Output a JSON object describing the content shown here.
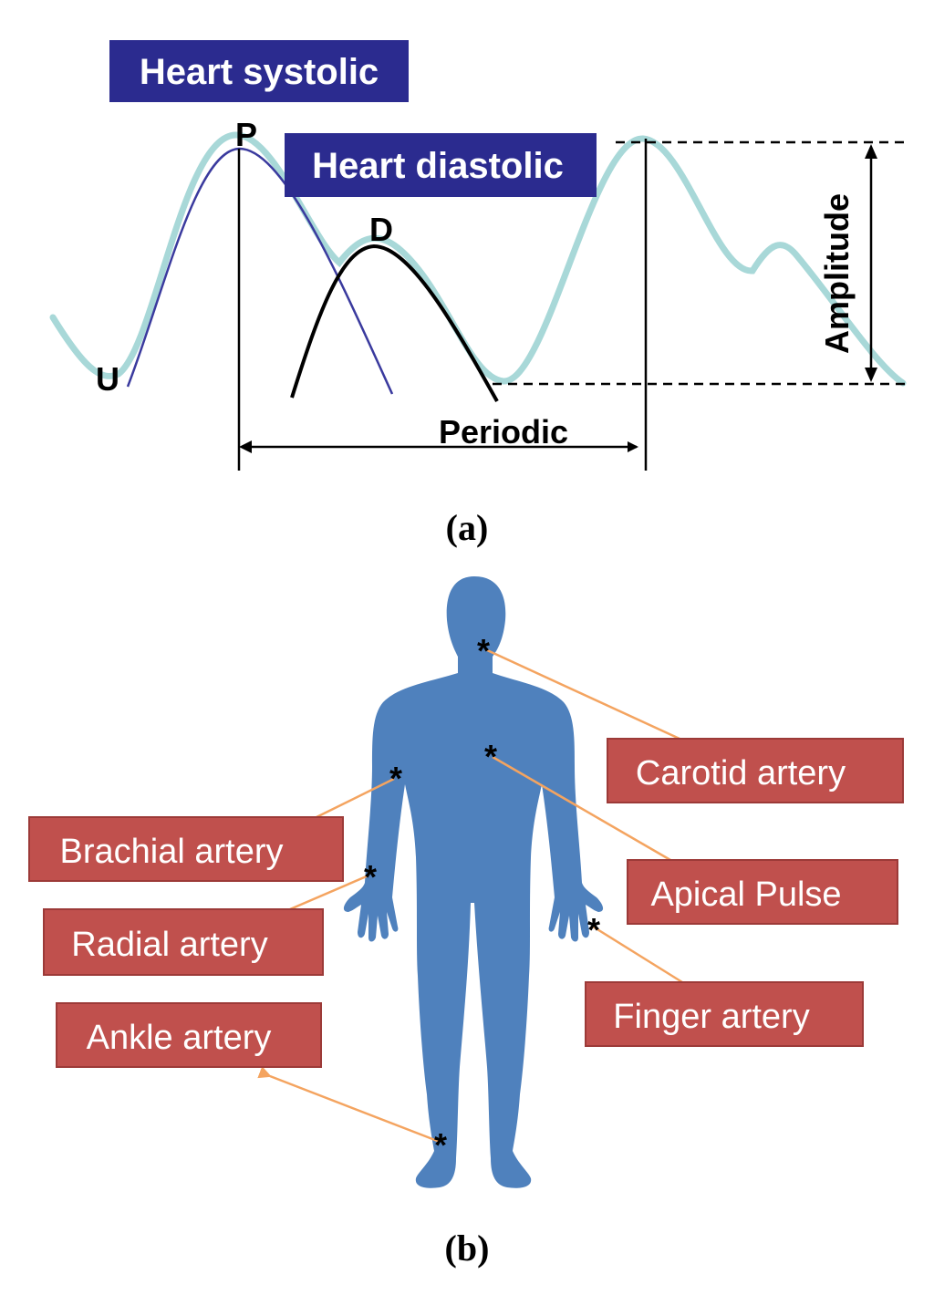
{
  "panel_a": {
    "caption": "(a)",
    "labels": {
      "heart_systolic": "Heart systolic",
      "heart_diastolic": "Heart diastolic",
      "point_p": "P",
      "point_d": "D",
      "point_u": "U",
      "periodic": "Periodic",
      "amplitude": "Amplitude"
    },
    "colors": {
      "label_box": "#2b2b8f",
      "pulse_wave": "#a8d8d8",
      "systolic_curve": "#3a3a9e",
      "diastolic_curve": "#000000"
    }
  },
  "panel_b": {
    "caption": "(b)",
    "sites": {
      "carotid": "Carotid artery",
      "brachial": "Brachial artery",
      "apical": "Apical Pulse",
      "radial": "Radial artery",
      "finger": "Finger artery",
      "ankle": "Ankle artery"
    },
    "marker": "*",
    "colors": {
      "body": "#4f81bd",
      "label_box": "#c0504d",
      "label_border": "#9c3a38",
      "leader_line": "#f4a460"
    }
  }
}
